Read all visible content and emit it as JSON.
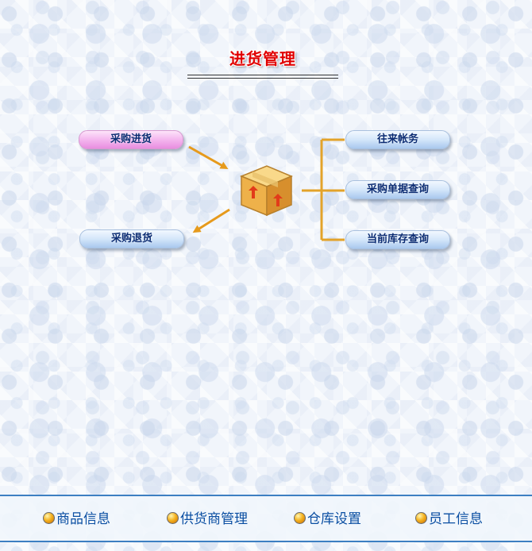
{
  "page": {
    "title": "进货管理"
  },
  "actions": {
    "purchase_in": "采购进货",
    "purchase_return": "采购退货",
    "accounts": "往来帐务",
    "order_query": "采购单据查询",
    "stock_query": "当前库存查询"
  },
  "footer": {
    "items": [
      {
        "label": "商品信息"
      },
      {
        "label": "供货商管理"
      },
      {
        "label": "仓库设置"
      },
      {
        "label": "员工信息"
      }
    ]
  },
  "colors": {
    "title": "#e00000",
    "pill_text": "#0b2c73",
    "arrow": "#e69a1c",
    "bracket": "#e3a32a",
    "footer_border": "#3d7fc2",
    "footer_text": "#0a4ea2"
  },
  "icons": {
    "center": "cardboard-box-icon",
    "bullet": "orange-ball-icon"
  }
}
